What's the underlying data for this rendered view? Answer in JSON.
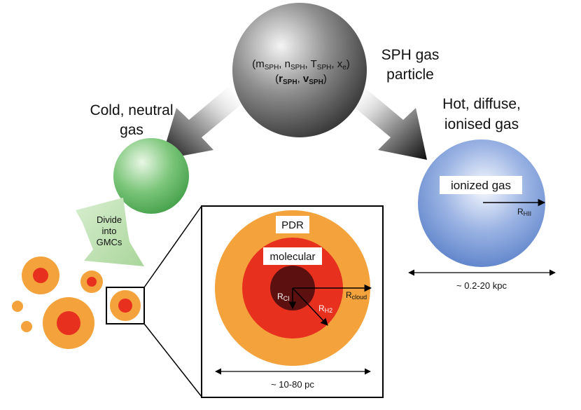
{
  "sph_particle": {
    "params_line1": {
      "open": "(",
      "m": "m",
      "m_sub": "SPH",
      "sep1": ", ",
      "n": "n",
      "n_sub": "SPH",
      "sep2": ", ",
      "t": "T",
      "t_sub": "SPH",
      "sep3": ", ",
      "x": "x",
      "x_sub": "e",
      "close": ")"
    },
    "params_line2": {
      "open": "(",
      "r": "r",
      "r_sub": "SPH",
      "sep": ", ",
      "v": "v",
      "v_sub": "SPH",
      "close": ")"
    },
    "label_line1": "SPH gas",
    "label_line2": "particle"
  },
  "cold_gas": {
    "line1": "Cold, neutral",
    "line2": "gas"
  },
  "hot_gas": {
    "line1": "Hot, diffuse,",
    "line2": "ionised gas"
  },
  "divide": {
    "line1": "Divide",
    "line2": "into",
    "line3": "GMCs"
  },
  "ionized_sphere": {
    "label": "ionized gas",
    "radius_label": "R",
    "radius_sub": "HII",
    "scale_label": "~ 0.2-20 kpc"
  },
  "gmc_zoom": {
    "pdr_label": "PDR",
    "molecular_label": "molecular",
    "r_ci": "R",
    "r_ci_sub": "CI",
    "r_h2": "R",
    "r_h2_sub": "H2",
    "r_cloud": "R",
    "r_cloud_sub": "cloud",
    "scale_label": "~ 10-80 pc"
  },
  "colors": {
    "pdr": "#f3a23c",
    "molecular": "#e8301f",
    "ci_core": "#5c1010",
    "hot_sphere": "#5b85cc",
    "cold_sphere": "#4daa4d",
    "divide_arrow": "#b5dca6"
  }
}
